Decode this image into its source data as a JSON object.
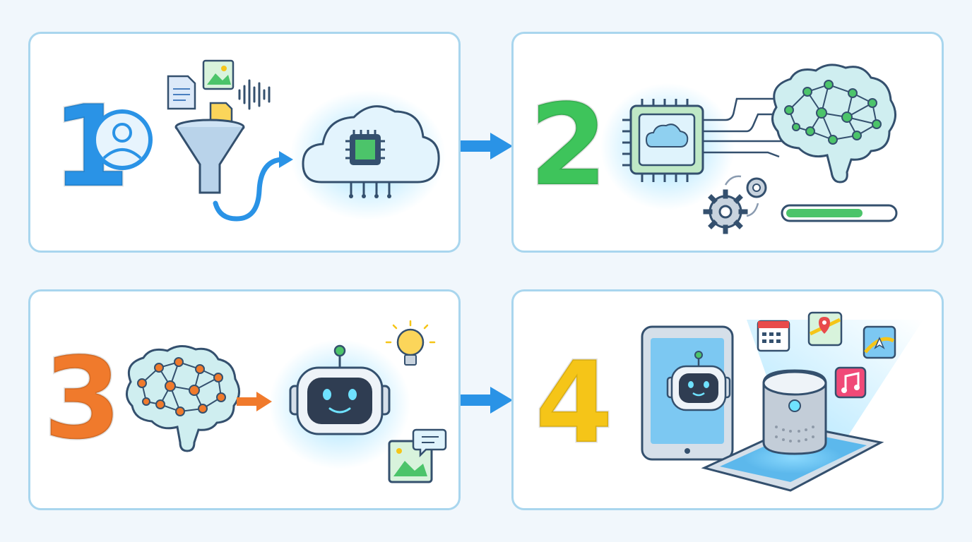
{
  "steps": [
    {
      "number": "1",
      "color": "#2a93e6",
      "icons": [
        "user-icon",
        "document-icon",
        "image-icon",
        "sound-wave-icon",
        "funnel-icon",
        "cloud-chip-icon"
      ]
    },
    {
      "number": "2",
      "color": "#3ec45b",
      "icons": [
        "chip-icon",
        "brain-network-icon",
        "gears-icon",
        "progress-bar"
      ]
    },
    {
      "number": "3",
      "color": "#f07a2c",
      "icons": [
        "brain-network-icon",
        "robot-icon",
        "lightbulb-icon",
        "image-chat-icon"
      ]
    },
    {
      "number": "4",
      "color": "#f5c518",
      "icons": [
        "tablet-icon",
        "robot-icon",
        "smart-speaker-icon",
        "calendar-icon",
        "map-icon",
        "music-icon"
      ]
    }
  ],
  "colors": {
    "panel_border": "#a9d6ee",
    "flow_arrow": "#2a93e6",
    "accent_blue": "#5cc4f2",
    "accent_green": "#4cc46a",
    "accent_orange": "#f07a2c"
  },
  "progress": {
    "fraction": 0.72
  }
}
